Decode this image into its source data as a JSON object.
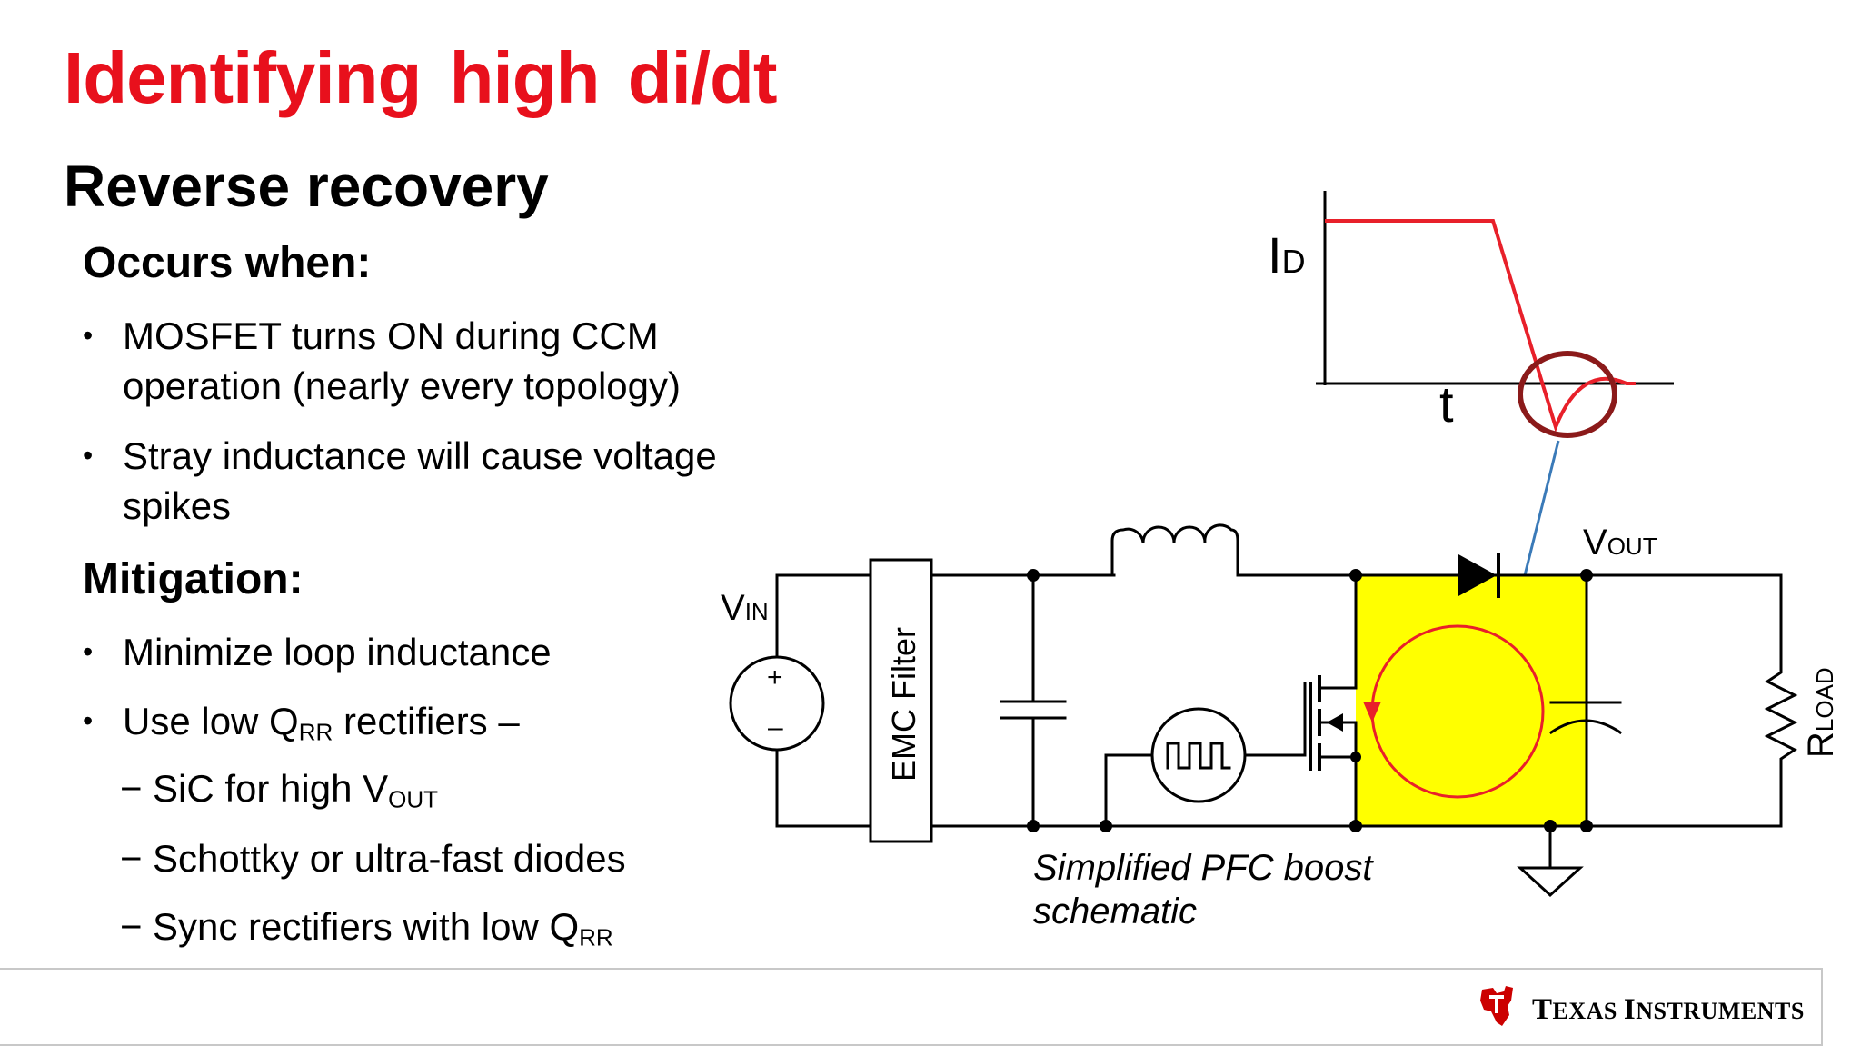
{
  "title": "Identifying high di/dt",
  "subtitle": "Reverse recovery",
  "occurs": {
    "heading": "Occurs when:",
    "items": [
      {
        "line1": "MOSFET turns ON during CCM",
        "line2": "operation (nearly every topology)"
      },
      {
        "line1": "Stray inductance will cause voltage",
        "line2": "spikes"
      }
    ]
  },
  "mitigation": {
    "heading": "Mitigation:",
    "item1": "Minimize loop inductance",
    "item2": {
      "pre": "Use low Q",
      "sub": "RR",
      "post": " rectifiers –"
    },
    "subitems": [
      {
        "pre": "SiC for high V",
        "sub": "OUT"
      },
      {
        "pre": "Schottky or ultra-fast diodes",
        "sub": ""
      },
      {
        "pre": "Sync rectifiers with low Q",
        "sub": "RR"
      }
    ]
  },
  "waveform": {
    "ylabel_main": "I",
    "ylabel_sub": "D",
    "xlabel": "t",
    "colors": {
      "trace": "#e8202a",
      "circle": "#8b1a1a",
      "arrow": "#3a7ab8"
    }
  },
  "schematic": {
    "vin_main": "V",
    "vin_sub": "IN",
    "plus": "+",
    "minus": "–",
    "emc_label": "EMC Filter",
    "vout_main": "V",
    "vout_sub": "OUT",
    "rload_main": "R",
    "rload_sub": "LOAD",
    "caption_line1": "Simplified PFC boost",
    "caption_line2": "schematic",
    "colors": {
      "highlight": "#ffff00",
      "loop": "#e8202a"
    }
  },
  "footer": {
    "company_big1": "T",
    "company_small1": "EXAS ",
    "company_big2": "I",
    "company_small2": "NSTRUMENTS",
    "brand_color": "#cc0000"
  }
}
